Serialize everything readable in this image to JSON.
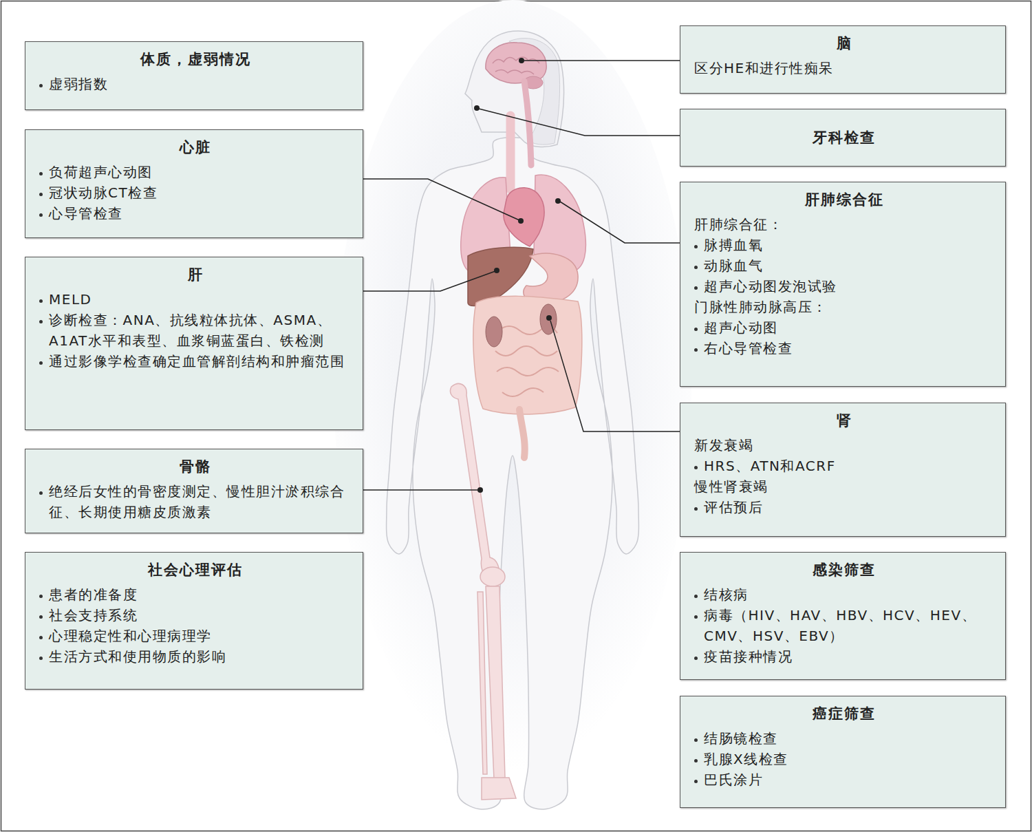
{
  "diagram": {
    "nodes": [
      {
        "text": [
          "体质，虚弱情况",
          "虚弱指数"
        ]
      },
      {
        "text": [
          "心脏",
          "负荷超声心动图",
          "冠状动脉CT检查",
          "心导管检查"
        ]
      },
      {
        "text": [
          "肝",
          "MELD",
          "诊断检查：ANA、抗线粒体抗体、ASMA、A1AT水平和表型、血浆铜蓝蛋白、铁检测",
          "通过影像学检查确定血管解剖结构和肿瘤范围"
        ]
      },
      {
        "text": [
          "骨骼",
          "绝经后女性的骨密度测定、慢性胆汁淤积综合征、长期使用糖皮质激素"
        ]
      },
      {
        "text": [
          "社会心理评估",
          "患者的准备度",
          "社会支持系统",
          "心理稳定性和心理病理学",
          "生活方式和使用物质的影响"
        ]
      },
      {
        "text": [
          "脑",
          "区分HE和进行性痴呆"
        ]
      },
      {
        "text": [
          "牙科检查"
        ]
      },
      {
        "text": [
          "肝肺综合征",
          "肝肺综合征：",
          "脉搏血氧",
          "动脉血气",
          "超声心动图发泡试验",
          "门脉性肺动脉高压：",
          "超声心动图",
          "右心导管检查"
        ]
      },
      {
        "text": [
          "肾",
          "新发衰竭",
          "HRS、ATN和ACRF",
          "慢性肾衰竭",
          "评估预后"
        ]
      },
      {
        "text": [
          "感染筛查",
          "结核病",
          "病毒（HIV、HAV、HBV、HCV、HEV、CMV、HSV、EBV）",
          "疫苗接种情况"
        ]
      },
      {
        "text": [
          "癌症筛查",
          "结肠镜检查",
          "乳腺X线检查",
          "巴氏涂片"
        ]
      }
    ]
  }
}
